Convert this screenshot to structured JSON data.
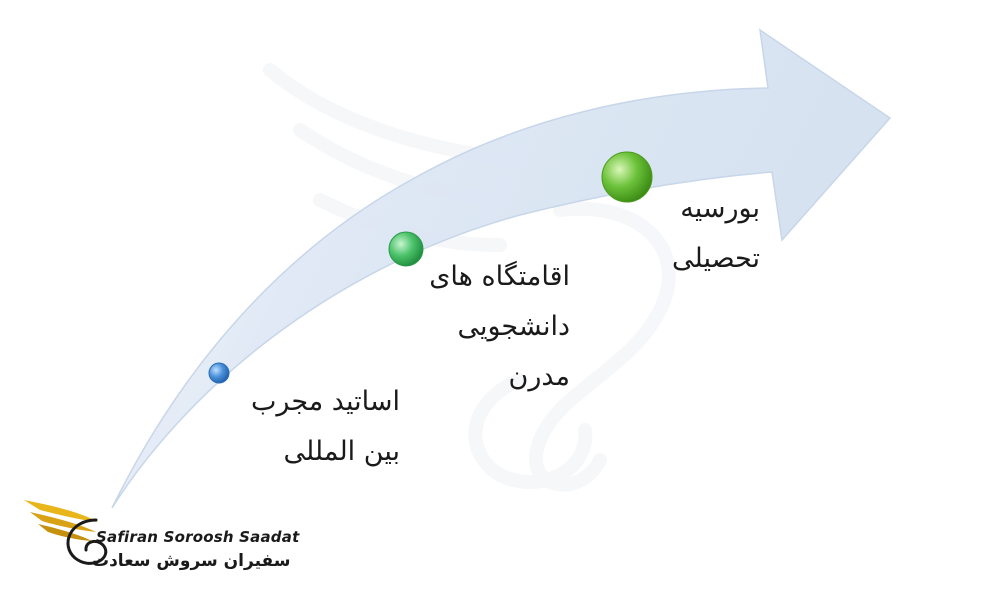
{
  "steps": [
    {
      "line1": "اساتید مجرب",
      "line2": "بین المللی",
      "dot_color": "#4a90d9"
    },
    {
      "line1": "اقامتگاه های",
      "line2": "دانشجویی",
      "line3": "مدرن",
      "dot_color": "#4cc36a"
    },
    {
      "line1": "بورسیه",
      "line2": "تحصیلی",
      "dot_color": "#6cc23a"
    }
  ],
  "logo": {
    "latin": "Safiran Soroosh Saadat",
    "persian": "سفیران سروش سعادت",
    "wing_color": "#e8b51a"
  },
  "colors": {
    "arrow_light": "#f4f7fc",
    "arrow_dark": "#c9d8ec"
  }
}
